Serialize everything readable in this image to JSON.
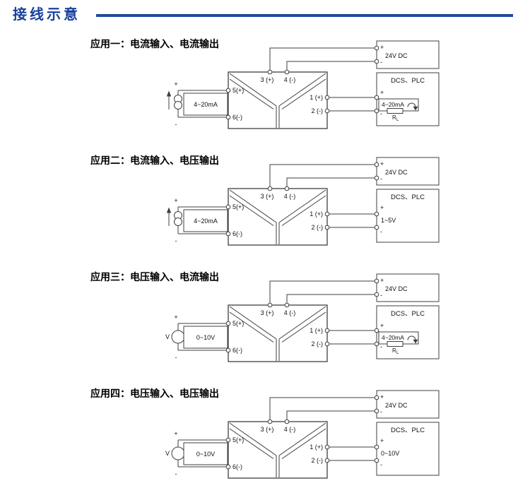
{
  "page": {
    "title": "接线示意"
  },
  "colors": {
    "accent": "#17419C",
    "line": "#3F3F3F",
    "background": "#FFFFFF"
  },
  "shared": {
    "power_label": "24V DC",
    "dcs_label": "DCS、PLC",
    "plus": "+",
    "minus": "-",
    "voltage_symbol": "V",
    "resistor_label": "R",
    "resistor_sub": "L",
    "terminals": {
      "t1": "1 (+)",
      "t2": "2 (-)",
      "t3": "3 (+)",
      "t4": "4 (-)",
      "t5": "5(+)",
      "t6": "6(-)"
    }
  },
  "diagrams": [
    {
      "title": "应用一：电流输入、电流输出",
      "input": {
        "type": "current",
        "value": "4~20mA"
      },
      "output": {
        "type": "current",
        "value": "4~20mA"
      }
    },
    {
      "title": "应用二：电流输入、电压输出",
      "input": {
        "type": "current",
        "value": "4~20mA"
      },
      "output": {
        "type": "voltage",
        "value": "1~5V"
      }
    },
    {
      "title": "应用三：电压输入、电流输出",
      "input": {
        "type": "voltage",
        "value": "0~10V"
      },
      "output": {
        "type": "current",
        "value": "4~20mA"
      }
    },
    {
      "title": "应用四：电压输入、电压输出",
      "input": {
        "type": "voltage",
        "value": "0~10V"
      },
      "output": {
        "type": "voltage",
        "value": "0~10V"
      }
    }
  ]
}
